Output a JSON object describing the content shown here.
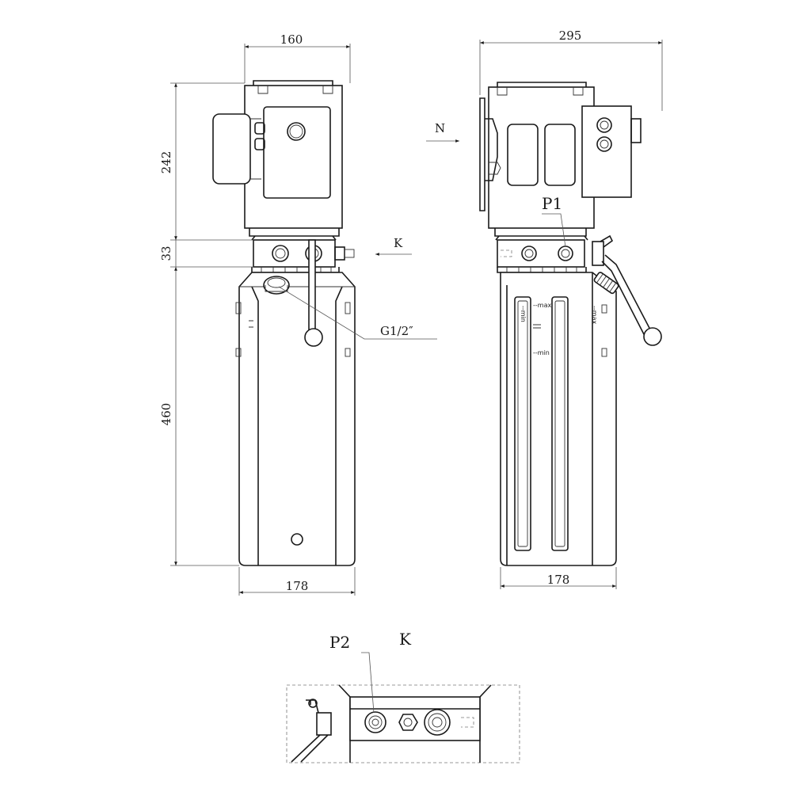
{
  "front_view": {
    "width_top": "160",
    "height_motor": "242",
    "height_block": "33",
    "height_tank": "460",
    "width_tank": "178",
    "arrow_label": "K",
    "fill_port_label": "G1/2″"
  },
  "side_view": {
    "width_total": "295",
    "width_tank": "178",
    "arrow_label": "N",
    "port_label": "P1",
    "level_max": "--max",
    "level_min": "--min"
  },
  "detail_view": {
    "port_label": "P2",
    "view_label": "K"
  },
  "colors": {
    "line": "#1a1a1a",
    "background": "#ffffff"
  }
}
